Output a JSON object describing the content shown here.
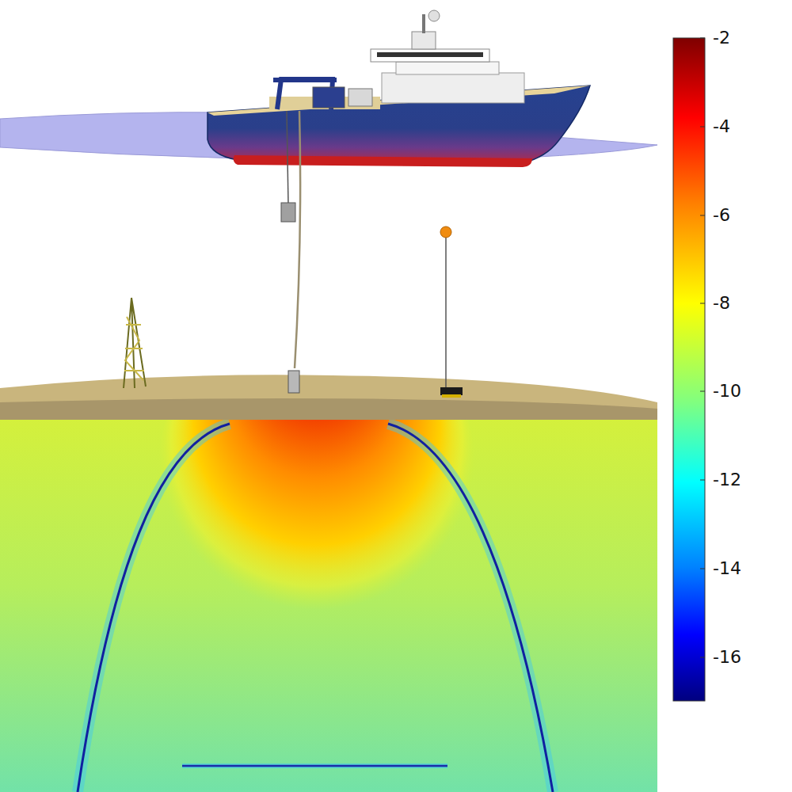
{
  "diagram": {
    "labels": [
      "-2",
      "-4",
      "-6",
      "-8",
      "-10",
      "-12",
      "-14",
      "-16"
    ]
  }
}
